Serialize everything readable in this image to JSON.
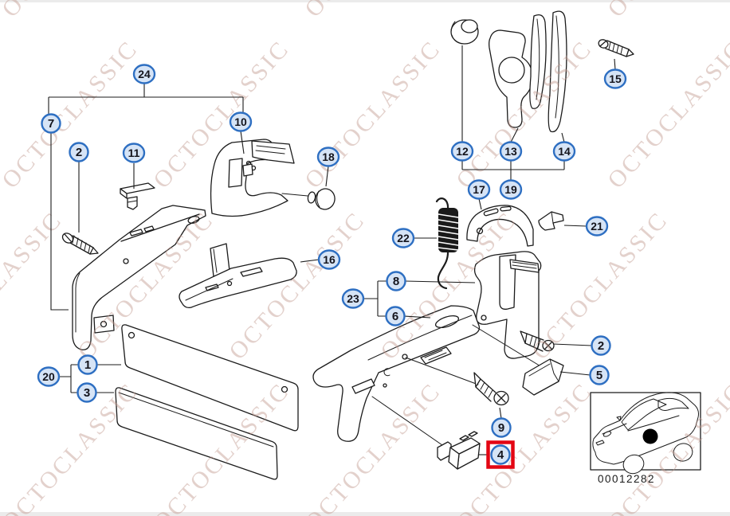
{
  "watermark": {
    "text": "OCTOCLASSIC",
    "color": "rgba(192,153,143,0.45)"
  },
  "colors": {
    "highlight_red": "#e30613",
    "callout_fill": "#d6e4f6",
    "callout_ring": "#2e6fc2",
    "line_art": "#1b1b1b"
  },
  "callouts": {
    "c1": "1",
    "c2l": "2",
    "c2r": "2",
    "c3": "3",
    "c4": "4",
    "c5": "5",
    "c6": "6",
    "c7": "7",
    "c8": "8",
    "c9": "9",
    "c10": "10",
    "c11": "11",
    "c12": "12",
    "c13": "13",
    "c14": "14",
    "c15": "15",
    "c16": "16",
    "c17": "17",
    "c18": "18",
    "c19": "19",
    "c20": "20",
    "c21": "21",
    "c22": "22",
    "c23": "23",
    "c24": "24"
  },
  "highlighted_callout": "4",
  "car_inset": {
    "code": "00012282"
  }
}
